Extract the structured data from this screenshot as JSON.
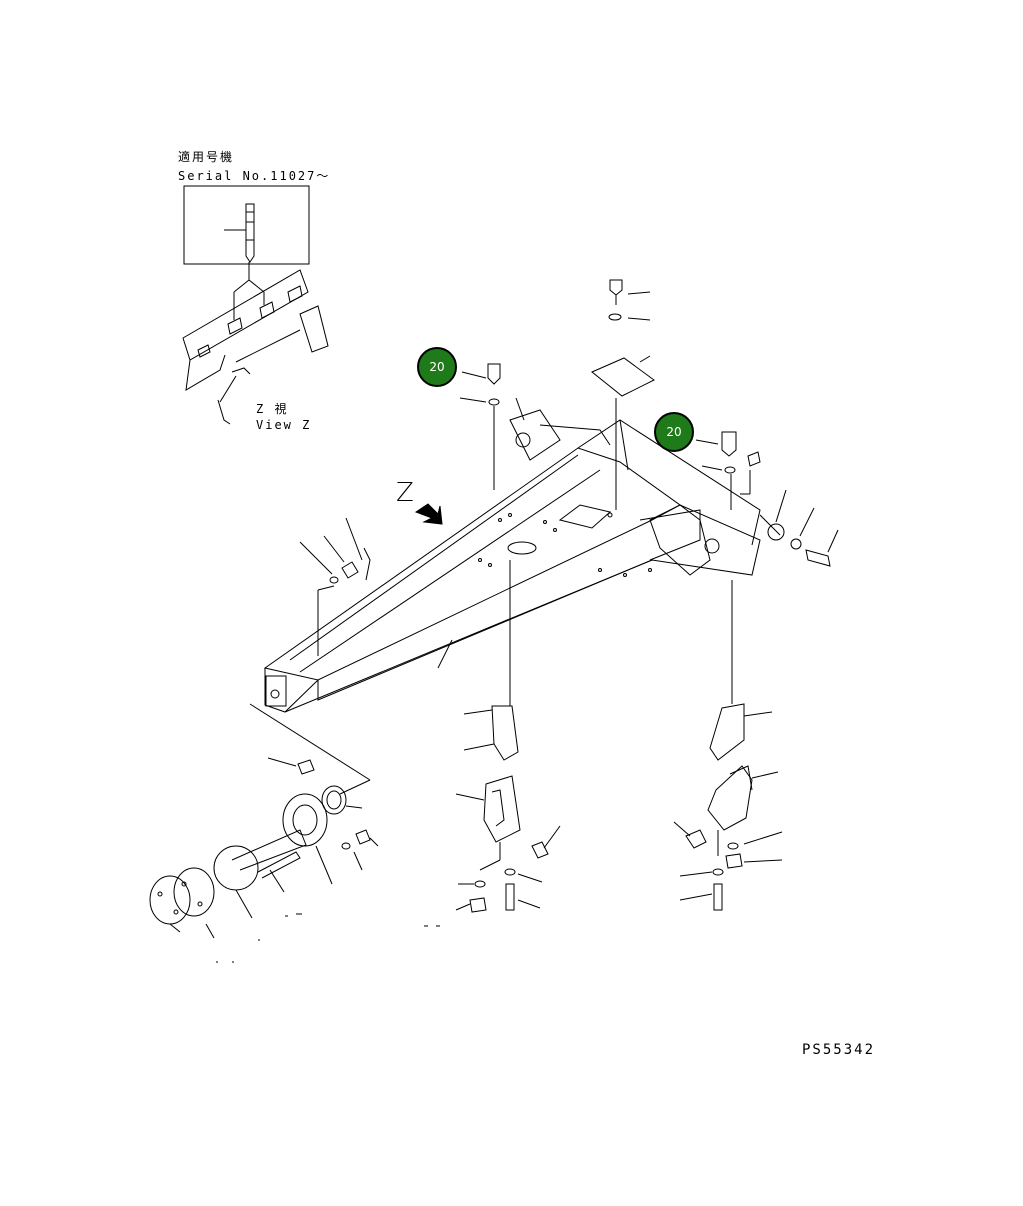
{
  "header": {
    "serial_jp": "適用号機",
    "serial_en": "Serial No.11027～"
  },
  "view": {
    "jp": "Z 視",
    "en": "View Z",
    "arrow_letter": "Z"
  },
  "callouts": [
    {
      "label": "20"
    },
    {
      "label": "20"
    }
  ],
  "drawing_code": "PS55342",
  "colors": {
    "callout_fill": "#1f7a1a",
    "line": "#000000"
  }
}
